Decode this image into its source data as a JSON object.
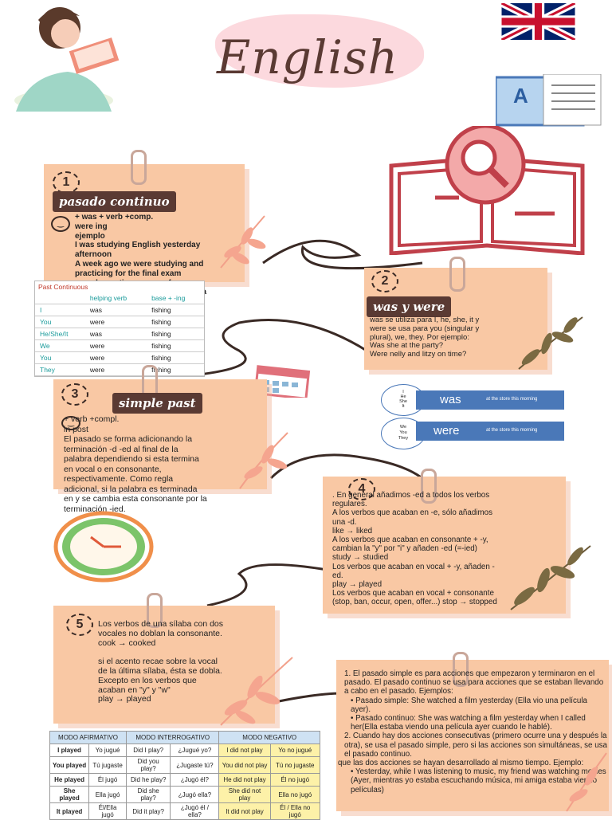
{
  "title": "English",
  "card1": {
    "number": "1",
    "tag": "pasado continuo",
    "text": "+ was      + verb +comp.\n     were     ing\nejemplo\nI was studying English yesterday\nafternoon\nA week ago we were studying and\npracticing for the final exam\npasado continuo en sus formas\nafirmativa, negativa e interrogativa"
  },
  "past_continuous_table": {
    "title": "Past Continuous",
    "headers": [
      "",
      "helping verb",
      "base + -ing"
    ],
    "rows": [
      [
        "I",
        "was",
        "fishing"
      ],
      [
        "You",
        "were",
        "fishing"
      ],
      [
        "He/She/It",
        "was",
        "fishing"
      ],
      [
        "We",
        "were",
        "fishing"
      ],
      [
        "You",
        "were",
        "fishing"
      ],
      [
        "They",
        "were",
        "fishing"
      ]
    ]
  },
  "card2": {
    "number": "2",
    "tag": "was y were",
    "text": "was se utiliza para I, he, she, it y\nwere se usa para you (singular y\nplural), we, they. Por ejemplo:\nWas she at the party?\nWere nelly and litzy on time?"
  },
  "was_were_diagram": {
    "top_pronouns": "I\nHe\nShe\nIt",
    "top_verb": "was",
    "top_phrase": "at the store this morning",
    "bottom_pronouns": "We\nYou\nThey",
    "bottom_verb": "were",
    "bottom_phrase": "at the store this morning"
  },
  "card3": {
    "number": "3",
    "tag": "simple past",
    "text": "+ verb       +compl.\n           in post\nEl pasado se forma adicionando la\nterminación -d -ed al final de la\npalabra dependiendo si esta termina\nen vocal o en consonante,\nrespectivamente. Como regla\nadicional, si la palabra es terminada\nen y se cambia esta consonante por la\nterminación -ied."
  },
  "card4": {
    "number": "4",
    "text": ". En general añadimos -ed a todos los verbos\nregulares.\n A los verbos que acaban en -e, sólo añadimos\nuna -d.\n   like → liked\nA los verbos que acaban en consonante + -y,\ncambian la \"y\" por \"i\" y añaden -ed (=-ied)\n   study → studied\n  Los verbos que acaban en vocal + -y, añaden -\ned.\n   play → played\nLos verbos que acaban en vocal + consonante\n(stop, ban, occur, open, offer...)  stop → stopped"
  },
  "card5": {
    "number": "5",
    "text": "Los verbos de una sílaba con dos\nvocales no doblan la consonante.\n  cook → cooked\n\n  si el acento recae sobre la vocal\nde la última sílaba, ésta se dobla.\nExcepto en los verbos que\n  acaban en \"y\" y \"w\"\n  play → played"
  },
  "modes_table": {
    "headers": [
      "MODO AFIRMATIVO",
      "MODO INTERROGATIVO",
      "MODO NEGATIVO"
    ],
    "rows": [
      [
        "I played",
        "Yo jugué",
        "Did I play?",
        "¿Jugué yo?",
        "I did not play",
        "Yo no jugué"
      ],
      [
        "You played",
        "Tú jugaste",
        "Did you play?",
        "¿Jugaste tú?",
        "You did not play",
        "Tú no jugaste"
      ],
      [
        "He played",
        "Él jugó",
        "Did he play?",
        "¿Jugó él?",
        "He did not play",
        "Él no jugó"
      ],
      [
        "She played",
        "Ella jugó",
        "Did she play?",
        "¿Jugó ella?",
        "She did not play",
        "Ella no jugó"
      ],
      [
        "It played",
        "Él/Ella jugó",
        "Did it play?",
        "¿Jugó él / ella?",
        "It did not play",
        "Él / Ella no jugó"
      ]
    ]
  },
  "card6": {
    "items": [
      "1. El pasado simple es para acciones que empezaron y terminaron en el pasado. El pasado continuo se usa para acciones que se estaban llevando a cabo en el pasado. Ejemplos:",
      "• Pasado simple: She watched a film yesterday (Ella vio una película ayer).",
      "• Pasado continuo: She was watching a film yesterday when I called her(Ella estaba viendo una película ayer cuando le hablé).",
      "2. Cuando hay dos acciones consecutivas (primero ocurre una y después la otra), se usa el pasado simple, pero si las acciones son simultáneas, se usa el pasado continuo.",
      "que las dos acciones se hayan desarrollado al mismo tiempo. Ejemplo:",
      "• Yesterday, while I was listening to music, my friend was watching movies (Ayer, mientras yo estaba escuchando música, mi amiga estaba viendo películas)"
    ]
  },
  "colors": {
    "card": "#f9c8a4",
    "tag": "#5a3a33",
    "accent_red": "#c0392b",
    "blue": "#4a78b8",
    "leaf": "#6b5a3a"
  }
}
